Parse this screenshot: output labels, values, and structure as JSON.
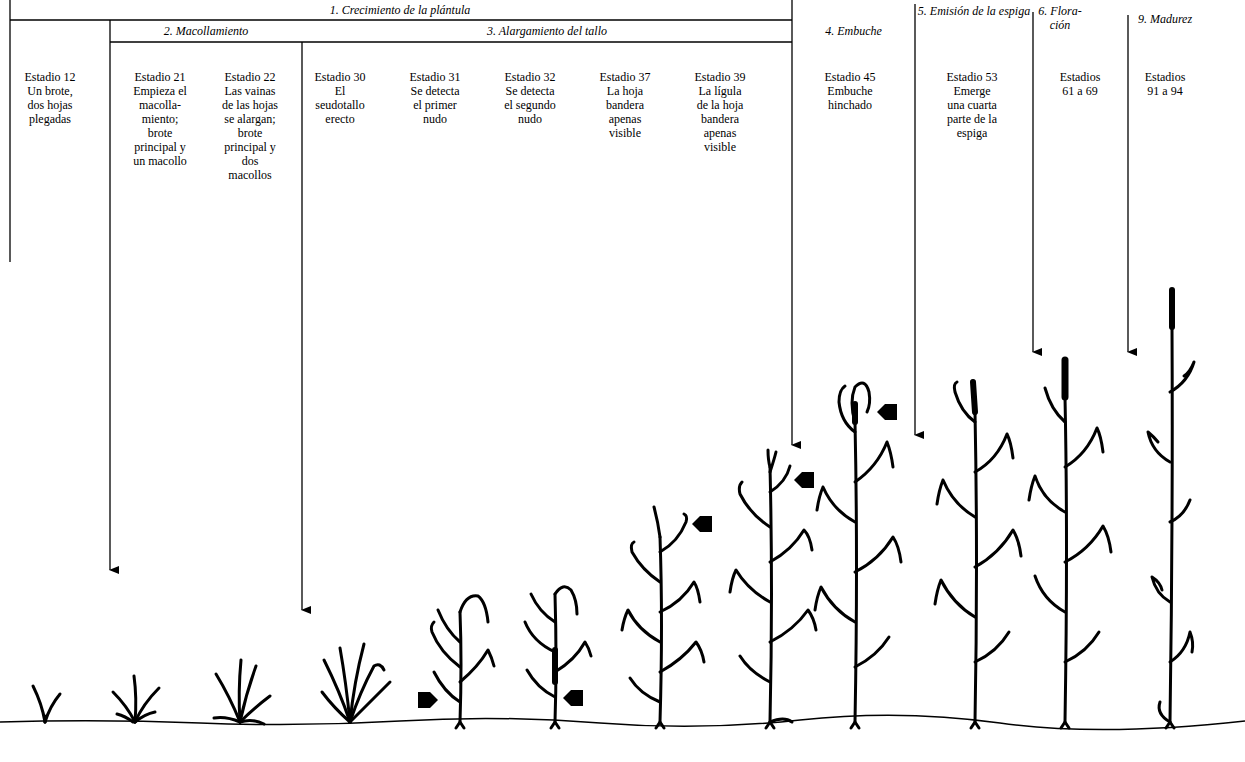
{
  "diagram": {
    "labels": [
      "1. Crecimiento de la plántula",
      "2. Macollamiento",
      "3. Alargamiento del tallo",
      "4. Embuche",
      "5. Emisión de la espiga",
      "6. Flora- ción",
      "9. Madurez",
      "Estadio 12 Un brote, dos hojas plegadas",
      "Estadio 21 Empieza el macolla- miento; brote principal y un macollo",
      "Estadio 22 Las vainas de las hojas se alargan; brote principal y dos macollos",
      "Estadio 30 El seudotallo erecto",
      "Estadio 31 Se detecta el primer nudo",
      "Estadio 32 Se detecta el segundo nudo",
      "Estadio 37 La hoja bandera apenas visible",
      "Estadio 39 La lígula de la hoja bandera apenas visible",
      "Estadio 45 Embuche hinchado",
      "Estadio 53 Emerge una cuarta parte de la espiga",
      "Estadios 61 a 69",
      "Estadios 91 a 94"
    ]
  }
}
